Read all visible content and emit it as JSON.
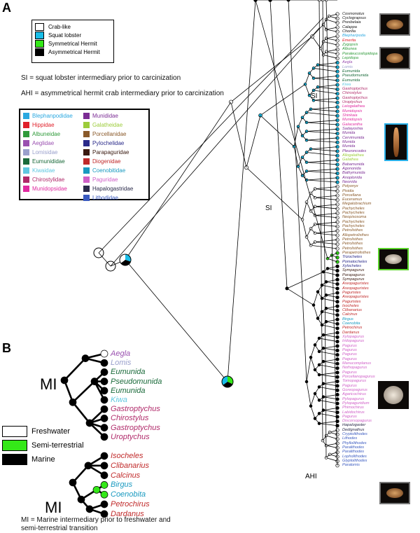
{
  "panel_a": "A",
  "panel_b": "B",
  "state_legend": [
    {
      "label": "Crab-like",
      "color": "#ffffff"
    },
    {
      "label": "Squat lobster",
      "color": "#18bde8"
    },
    {
      "label": "Symmetrical Hermit",
      "color": "#34e818"
    },
    {
      "label": "Asymmetrical Hermit",
      "color": "#000000"
    }
  ],
  "notes": {
    "si": "SI = squat lobster intermediary prior to carcinization",
    "ahi": "AHI = asymmetrical hermit crab intermediary prior to carcinization"
  },
  "families": [
    {
      "name": "Blephanpodidae",
      "color": "#2aa8e0"
    },
    {
      "name": "Munididae",
      "color": "#7b2c94"
    },
    {
      "name": "Hippidae",
      "color": "#e0202a"
    },
    {
      "name": "Galatheidae",
      "color": "#9ccc3a"
    },
    {
      "name": "Albuneidae",
      "color": "#2f9a3a"
    },
    {
      "name": "Porcellanidae",
      "color": "#8a5a2a"
    },
    {
      "name": "Aeglidae",
      "color": "#9a50b0"
    },
    {
      "name": "Pylochelidae",
      "color": "#2a2a8a"
    },
    {
      "name": "Lomisidae",
      "color": "#9aa0cc"
    },
    {
      "name": "Parapaguridae",
      "color": "#3a1a10"
    },
    {
      "name": "Eumunididae",
      "color": "#1a6a3a"
    },
    {
      "name": "Diogenidae",
      "color": "#c02a2a"
    },
    {
      "name": "Kiwaidae",
      "color": "#60c8e0"
    },
    {
      "name": "Coenobitidae",
      "color": "#1a9ac0"
    },
    {
      "name": "Chirostylidae",
      "color": "#b02a6a"
    },
    {
      "name": "Paguridae",
      "color": "#d060c8"
    },
    {
      "name": "Munidopsidae",
      "color": "#e02aa0"
    },
    {
      "name": "Hapalogastridae",
      "color": "#2a2a4a"
    },
    {
      "name": "",
      "color": ""
    },
    {
      "name": "Lithodidae",
      "color": "#3a5ac0"
    }
  ],
  "taxa": [
    {
      "name": "Cosmonotus",
      "color": "#111111"
    },
    {
      "name": "Cyclograpsus",
      "color": "#111111"
    },
    {
      "name": "Presbelaia",
      "color": "#111111"
    },
    {
      "name": "Calappa",
      "color": "#111111"
    },
    {
      "name": "Chorilia",
      "color": "#111111"
    },
    {
      "name": "Blepharipoda",
      "color": "#2aa8e0"
    },
    {
      "name": "Emerita",
      "color": "#e0202a"
    },
    {
      "name": "Zygopsis",
      "color": "#2f9a3a"
    },
    {
      "name": "Albunea",
      "color": "#2f9a3a"
    },
    {
      "name": "Paraleucosilopidopa",
      "color": "#2f9a3a"
    },
    {
      "name": "Lepidopa",
      "color": "#2f9a3a"
    },
    {
      "name": "Aegla",
      "color": "#9a50b0"
    },
    {
      "name": "Lomis",
      "color": "#9aa0cc"
    },
    {
      "name": "Eumunida",
      "color": "#1a6a3a"
    },
    {
      "name": "Pseudomunida",
      "color": "#1a6a3a"
    },
    {
      "name": "Eumunida",
      "color": "#1a6a3a"
    },
    {
      "name": "Kiwa",
      "color": "#60c8e0"
    },
    {
      "name": "Gastroptychus",
      "color": "#b02a6a"
    },
    {
      "name": "Chirostylus",
      "color": "#b02a6a"
    },
    {
      "name": "Gastroptychus",
      "color": "#b02a6a"
    },
    {
      "name": "Uroptychus",
      "color": "#b02a6a"
    },
    {
      "name": "Leiogalathea",
      "color": "#e02aa0"
    },
    {
      "name": "Munidopsis",
      "color": "#e02aa0"
    },
    {
      "name": "Shinkaia",
      "color": "#e02aa0"
    },
    {
      "name": "Munidopsis",
      "color": "#e02aa0"
    },
    {
      "name": "Galacantha",
      "color": "#e02aa0"
    },
    {
      "name": "Sadayoshia",
      "color": "#7b2c94"
    },
    {
      "name": "Munida",
      "color": "#7b2c94"
    },
    {
      "name": "Cervimunida",
      "color": "#7b2c94"
    },
    {
      "name": "Munida",
      "color": "#7b2c94"
    },
    {
      "name": "Munida",
      "color": "#7b2c94"
    },
    {
      "name": "Pleuroncodes",
      "color": "#7b2c94"
    },
    {
      "name": "Allogalathea",
      "color": "#9ccc3a"
    },
    {
      "name": "Galathea",
      "color": "#9ccc3a"
    },
    {
      "name": "Babamunida",
      "color": "#7b2c94"
    },
    {
      "name": "Agononida",
      "color": "#7b2c94"
    },
    {
      "name": "Bathymunida",
      "color": "#7b2c94"
    },
    {
      "name": "Anoplonida",
      "color": "#7b2c94"
    },
    {
      "name": "Neonida",
      "color": "#7b2c94"
    },
    {
      "name": "Polyonyx",
      "color": "#8a5a2a"
    },
    {
      "name": "Pisidia",
      "color": "#8a5a2a"
    },
    {
      "name": "Porcellana",
      "color": "#8a5a2a"
    },
    {
      "name": "Euceramus",
      "color": "#8a5a2a"
    },
    {
      "name": "Megalobrachium",
      "color": "#8a5a2a"
    },
    {
      "name": "Pachycheles",
      "color": "#8a5a2a"
    },
    {
      "name": "Pachycheles",
      "color": "#8a5a2a"
    },
    {
      "name": "Neopisosoma",
      "color": "#8a5a2a"
    },
    {
      "name": "Pachycheles",
      "color": "#8a5a2a"
    },
    {
      "name": "Pachycheles",
      "color": "#8a5a2a"
    },
    {
      "name": "Petrolisthes",
      "color": "#8a5a2a"
    },
    {
      "name": "Allopetrolisthes",
      "color": "#8a5a2a"
    },
    {
      "name": "Petrolisthes",
      "color": "#8a5a2a"
    },
    {
      "name": "Petrolisthes",
      "color": "#8a5a2a"
    },
    {
      "name": "Petrolisthes",
      "color": "#8a5a2a"
    },
    {
      "name": "Parapetrolisthes",
      "color": "#8a5a2a"
    },
    {
      "name": "Trizocheles",
      "color": "#2a2a8a"
    },
    {
      "name": "Pomatocheles",
      "color": "#2a2a8a"
    },
    {
      "name": "Xylocheles",
      "color": "#2a2a8a"
    },
    {
      "name": "Sympagurus",
      "color": "#3a1a10"
    },
    {
      "name": "Parapagurus",
      "color": "#3a1a10"
    },
    {
      "name": "Sympagurus",
      "color": "#3a1a10"
    },
    {
      "name": "Areopaguristes",
      "color": "#c02a2a"
    },
    {
      "name": "Areopaguristes",
      "color": "#c02a2a"
    },
    {
      "name": "Paguristes",
      "color": "#c02a2a"
    },
    {
      "name": "Areopaguristes",
      "color": "#c02a2a"
    },
    {
      "name": "Paguristes",
      "color": "#c02a2a"
    },
    {
      "name": "Isocheles",
      "color": "#c02a2a"
    },
    {
      "name": "Clibanarius",
      "color": "#c02a2a"
    },
    {
      "name": "Calcinus",
      "color": "#c02a2a"
    },
    {
      "name": "Birgus",
      "color": "#1a9ac0"
    },
    {
      "name": "Coenobita",
      "color": "#1a9ac0"
    },
    {
      "name": "Petrochirus",
      "color": "#c02a2a"
    },
    {
      "name": "Dardanus",
      "color": "#c02a2a"
    },
    {
      "name": "Xylopagurus",
      "color": "#d060c8"
    },
    {
      "name": "Iridopagurus",
      "color": "#d060c8"
    },
    {
      "name": "Pagurus",
      "color": "#d060c8"
    },
    {
      "name": "Pagurus",
      "color": "#d060c8"
    },
    {
      "name": "Pagurus",
      "color": "#d060c8"
    },
    {
      "name": "Pagurus",
      "color": "#d060c8"
    },
    {
      "name": "Manucomplanus",
      "color": "#d060c8"
    },
    {
      "name": "Nothopagurus",
      "color": "#d060c8"
    },
    {
      "name": "Pagurus",
      "color": "#d060c8"
    },
    {
      "name": "Porcellanopagurus",
      "color": "#d060c8"
    },
    {
      "name": "Tomopagurus",
      "color": "#d060c8"
    },
    {
      "name": "Pagurus",
      "color": "#d060c8"
    },
    {
      "name": "Goreopagurus",
      "color": "#d060c8"
    },
    {
      "name": "Agaricochirus",
      "color": "#d060c8"
    },
    {
      "name": "Pylopagurus",
      "color": "#d060c8"
    },
    {
      "name": "Pylopaguridium",
      "color": "#d060c8"
    },
    {
      "name": "Phimochirus",
      "color": "#d060c8"
    },
    {
      "name": "Labidochirus",
      "color": "#d060c8"
    },
    {
      "name": "Pagurus",
      "color": "#d060c8"
    },
    {
      "name": "Discorsopagurus",
      "color": "#d060c8"
    },
    {
      "name": "Hapalogaster",
      "color": "#2a2a4a"
    },
    {
      "name": "Dedignathus",
      "color": "#2a2a4a"
    },
    {
      "name": "Cryptolithodes",
      "color": "#3a5ac0"
    },
    {
      "name": "Lithodes",
      "color": "#3a5ac0"
    },
    {
      "name": "Phyllolithodes",
      "color": "#3a5ac0"
    },
    {
      "name": "Paralithodes",
      "color": "#3a5ac0"
    },
    {
      "name": "Paralithodes",
      "color": "#3a5ac0"
    },
    {
      "name": "Lopholithodes",
      "color": "#3a5ac0"
    },
    {
      "name": "Glyptolithodes",
      "color": "#3a5ac0"
    },
    {
      "name": "Paralomis",
      "color": "#3a5ac0"
    }
  ],
  "clade_labels": {
    "si_upper": "SI",
    "si_lower": "SI",
    "ahi": "AHI"
  },
  "panel_b_data": {
    "mi_top": "MI",
    "mi_bottom": "MI",
    "habitat_legend": [
      {
        "label": "Freshwater",
        "color": "#ffffff"
      },
      {
        "label": "Semi-terrestrial",
        "color": "#34e818"
      },
      {
        "label": "Marine",
        "color": "#000000"
      }
    ],
    "top_taxa": [
      {
        "name": "Aegla",
        "color": "#9a50b0"
      },
      {
        "name": "Lomis",
        "color": "#9aa0cc"
      },
      {
        "name": "Eumunida",
        "color": "#1a6a3a"
      },
      {
        "name": "Pseudomunida",
        "color": "#1a6a3a"
      },
      {
        "name": "Eumunida",
        "color": "#1a6a3a"
      },
      {
        "name": "Kiwa",
        "color": "#60c8e0"
      },
      {
        "name": "Gastroptychus",
        "color": "#b02a6a"
      },
      {
        "name": "Chirostylus",
        "color": "#b02a6a"
      },
      {
        "name": "Gastroptychus",
        "color": "#b02a6a"
      },
      {
        "name": "Uroptychus",
        "color": "#b02a6a"
      }
    ],
    "bottom_taxa": [
      {
        "name": "Isocheles",
        "color": "#c02a2a"
      },
      {
        "name": "Clibanarius",
        "color": "#c02a2a"
      },
      {
        "name": "Calcinus",
        "color": "#c02a2a"
      },
      {
        "name": "Birgus",
        "color": "#1a9ac0"
      },
      {
        "name": "Coenobita",
        "color": "#1a9ac0"
      },
      {
        "name": "Petrochirus",
        "color": "#c02a2a"
      },
      {
        "name": "Dardanus",
        "color": "#c02a2a"
      }
    ],
    "caption": "MI = Marine intermediary prior to freshwater and semi-terrestrial transition"
  }
}
